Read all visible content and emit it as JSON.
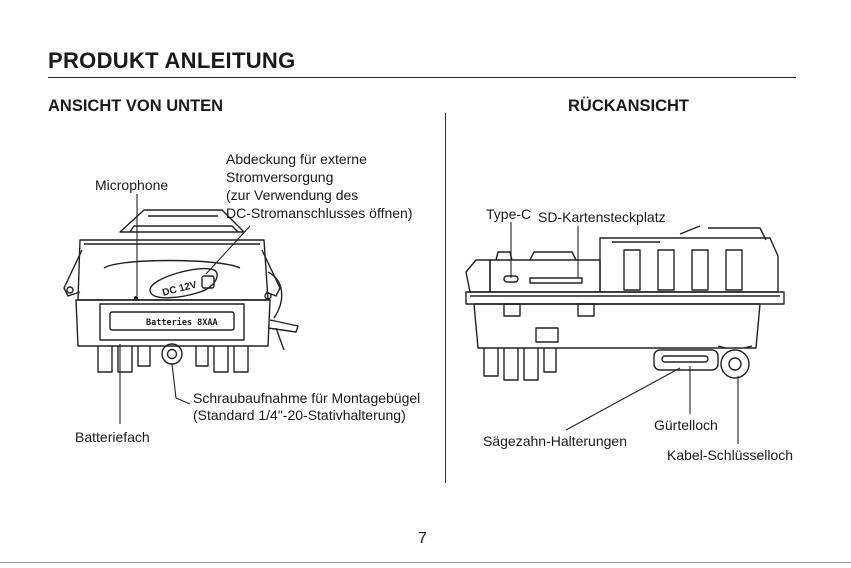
{
  "page": {
    "title": "PRODUKT ANLEITUNG",
    "page_number": "7"
  },
  "bottom_view": {
    "heading": "ANSICHT VON UNTEN",
    "labels": {
      "microphone": "Microphone",
      "cover_lines": [
        "Abdeckung für externe",
        "Stromversorgung",
        "(zur Verwendung des",
        "DC-Stromanschlusses öffnen)"
      ],
      "tripod_lines": [
        "Schraubaufnahme für Montagebügel",
        "(Standard 1/4\"-20-Stativhalterung)"
      ],
      "battery_compartment": "Batteriefach"
    },
    "device_text": {
      "dc_label": "DC 12V",
      "battery_label": "Batteries 8XAA"
    }
  },
  "rear_view": {
    "heading": "RÜCKANSICHT",
    "labels": {
      "sd_slot": "SD-Kartensteckplatz",
      "type_c": "Type-C",
      "belt_hole": "Gürtelloch",
      "sawtooth": "Sägezahn-Halterungen",
      "cable_lock": "Kabel-Schlüsselloch"
    }
  }
}
